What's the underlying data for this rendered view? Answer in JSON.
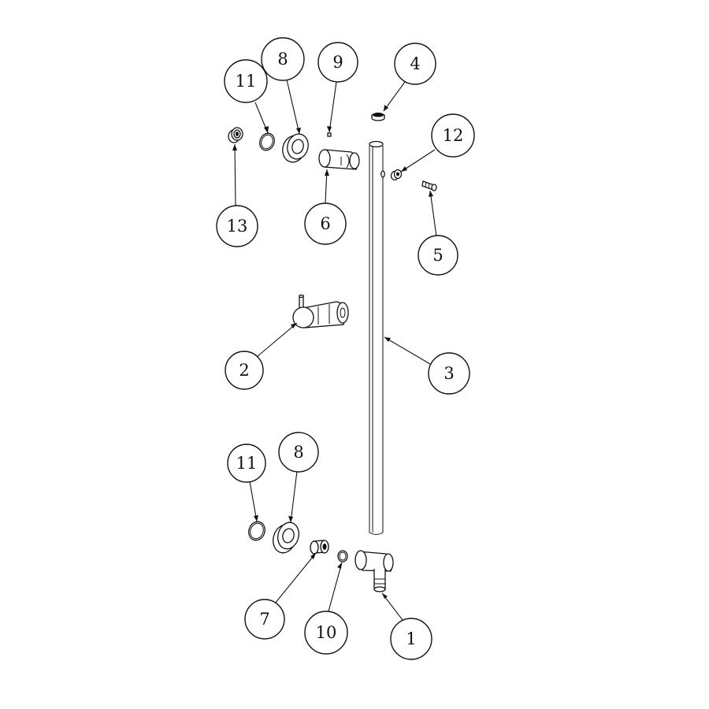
{
  "callouts": [
    {
      "id": "c-11-top",
      "label": "11"
    },
    {
      "id": "c-8-top",
      "label": "8"
    },
    {
      "id": "c-9",
      "label": "9"
    },
    {
      "id": "c-4",
      "label": "4"
    },
    {
      "id": "c-12",
      "label": "12"
    },
    {
      "id": "c-13",
      "label": "13"
    },
    {
      "id": "c-6",
      "label": "6"
    },
    {
      "id": "c-5",
      "label": "5"
    },
    {
      "id": "c-2",
      "label": "2"
    },
    {
      "id": "c-3",
      "label": "3"
    },
    {
      "id": "c-11-bottom",
      "label": "11"
    },
    {
      "id": "c-8-bottom",
      "label": "8"
    },
    {
      "id": "c-7",
      "label": "7"
    },
    {
      "id": "c-10",
      "label": "10"
    },
    {
      "id": "c-1",
      "label": "1"
    }
  ]
}
